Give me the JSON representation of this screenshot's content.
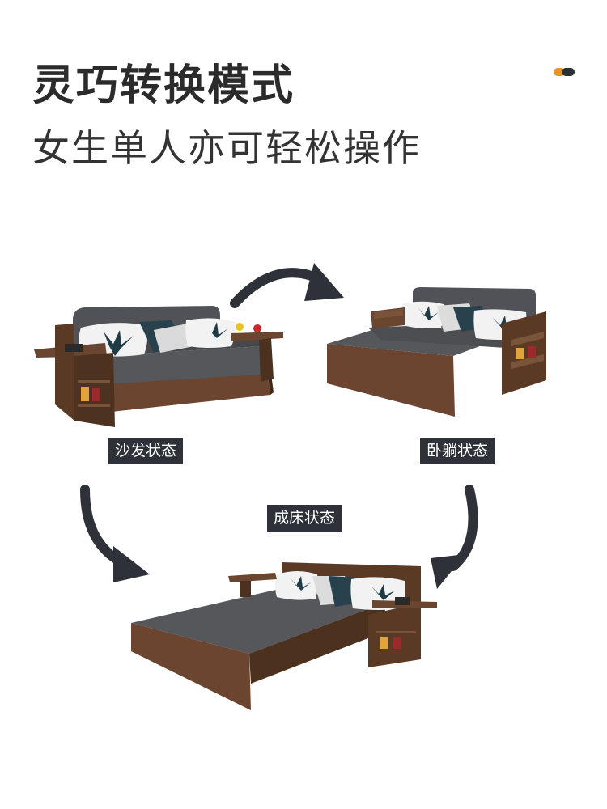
{
  "header": {
    "title": "灵巧转换模式",
    "subtitle": "女生单人亦可轻松操作"
  },
  "states": {
    "sofa": "沙发状态",
    "recline": "卧躺状态",
    "bed": "成床状态"
  },
  "colors": {
    "wood": "#5a3a25",
    "wood_dark": "#3e2817",
    "fabric": "#56585c",
    "fabric_dark": "#3e4044",
    "arrow": "#2e3238",
    "label_bg": "#2e3238",
    "accent_orange": "#e8902a"
  }
}
